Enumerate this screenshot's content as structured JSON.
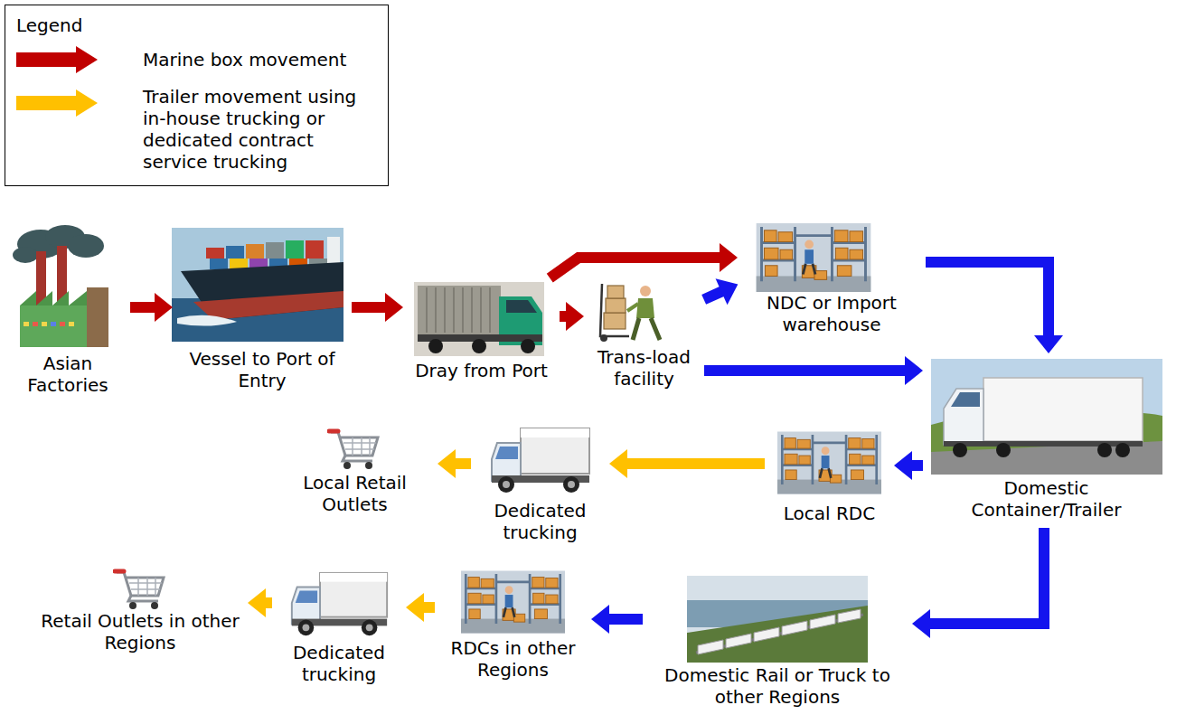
{
  "diagram": {
    "nodes": [
      {
        "text": [
          "Asian Factories"
        ]
      },
      {
        "text": [
          "Vessel to Port of Entry"
        ]
      },
      {
        "text": [
          "Dray from Port"
        ]
      },
      {
        "text": [
          "Trans-load facility"
        ]
      },
      {
        "text": [
          "NDC or Import warehouse"
        ]
      },
      {
        "text": [
          "Domestic Container/Trailer"
        ]
      },
      {
        "text": [
          "Local RDC"
        ]
      },
      {
        "text": [
          "Dedicated trucking"
        ]
      },
      {
        "text": [
          "Local Retail Outlets"
        ]
      },
      {
        "text": [
          "Domestic Rail or Truck to other Regions"
        ]
      },
      {
        "text": [
          "RDCs in other Regions"
        ]
      },
      {
        "text": [
          "Dedicated trucking"
        ]
      },
      {
        "text": [
          "Retail Outlets in other Regions"
        ]
      }
    ],
    "edges": [
      {
        "from": 0,
        "to": 1,
        "arrow": "to"
      },
      {
        "from": 1,
        "to": 2,
        "arrow": "to"
      },
      {
        "from": 2,
        "to": 4,
        "arrow": "to"
      },
      {
        "from": 2,
        "to": 3,
        "arrow": "to"
      },
      {
        "from": 3,
        "to": 4,
        "arrow": "to"
      },
      {
        "from": 3,
        "to": 5,
        "arrow": "to"
      },
      {
        "from": 4,
        "to": 5,
        "arrow": "to"
      },
      {
        "from": 5,
        "to": 6,
        "arrow": "to"
      },
      {
        "from": 5,
        "to": 9,
        "arrow": "to"
      },
      {
        "from": 6,
        "to": 7,
        "arrow": "to"
      },
      {
        "from": 7,
        "to": 8,
        "arrow": "to"
      },
      {
        "from": 9,
        "to": 10,
        "arrow": "to"
      },
      {
        "from": 10,
        "to": 11,
        "arrow": "to"
      },
      {
        "from": 11,
        "to": 12,
        "arrow": "to"
      }
    ],
    "labels": [
      "Legend"
    ],
    "legend": [
      {
        "text": "Marine box movement",
        "color": "#c00000"
      },
      {
        "text": "Trailer movement using in-house trucking or dedicated contract service trucking",
        "color": "#ffc000"
      }
    ]
  }
}
